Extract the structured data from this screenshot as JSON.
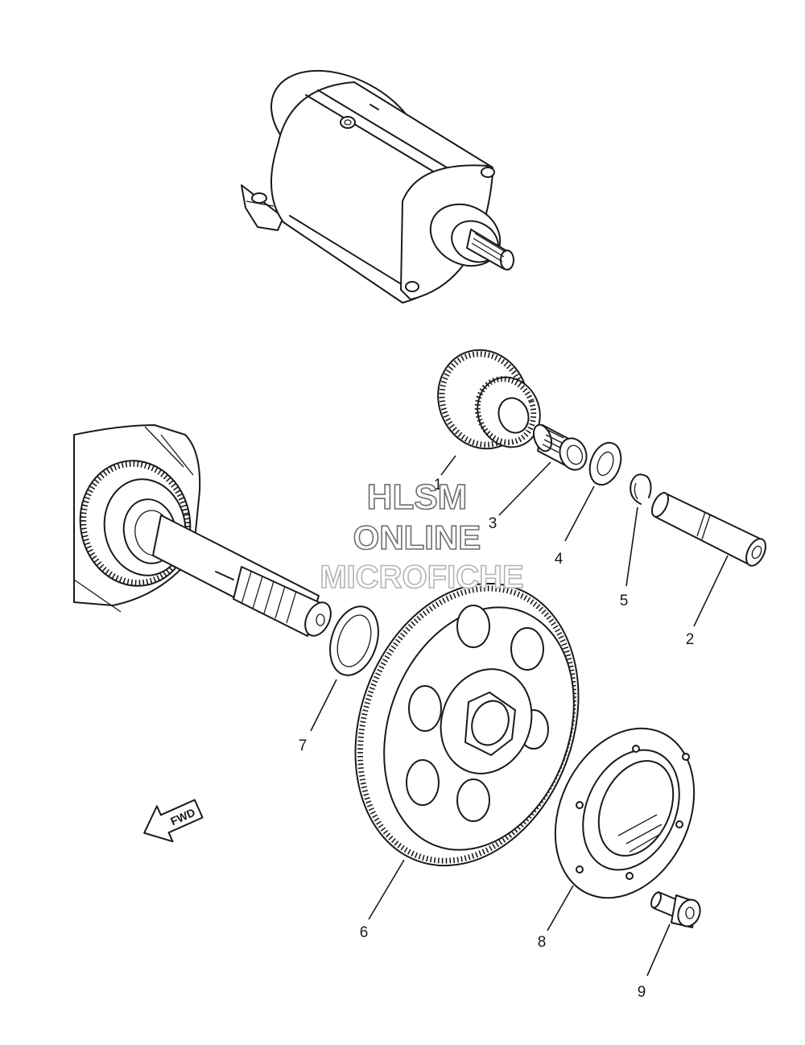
{
  "callouts": [
    {
      "id": "c1",
      "label": "1"
    },
    {
      "id": "c2",
      "label": "2"
    },
    {
      "id": "c3",
      "label": "3"
    },
    {
      "id": "c4",
      "label": "4"
    },
    {
      "id": "c5",
      "label": "5"
    },
    {
      "id": "c6",
      "label": "6"
    },
    {
      "id": "c7",
      "label": "7"
    },
    {
      "id": "c8",
      "label": "8"
    },
    {
      "id": "c9",
      "label": "9"
    }
  ],
  "direction_arrow": {
    "label": "FWD"
  },
  "watermark": {
    "line1": "HLSM",
    "line2": "ONLINE",
    "line3": "MICROFICHE"
  }
}
